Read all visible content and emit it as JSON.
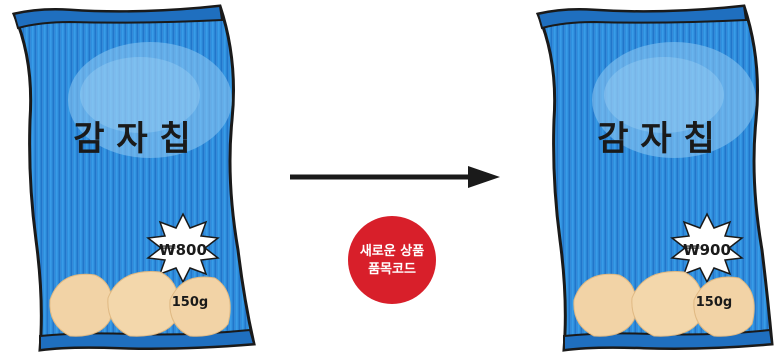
{
  "before_bag": {
    "product_name": "감 자 칩",
    "price": "₩800",
    "weight": "150g"
  },
  "after_bag": {
    "product_name": "감 자 칩",
    "price": "₩900",
    "weight": "150g"
  },
  "change_label": {
    "line1": "새로운 상품",
    "line2": "품목코드"
  },
  "colors": {
    "bag_blue": "#2b8fdf",
    "bag_light": "#7cc0f1",
    "chip": "#f2d3a6",
    "badge_red": "#d81f2a",
    "outline": "#1a1a1a"
  }
}
